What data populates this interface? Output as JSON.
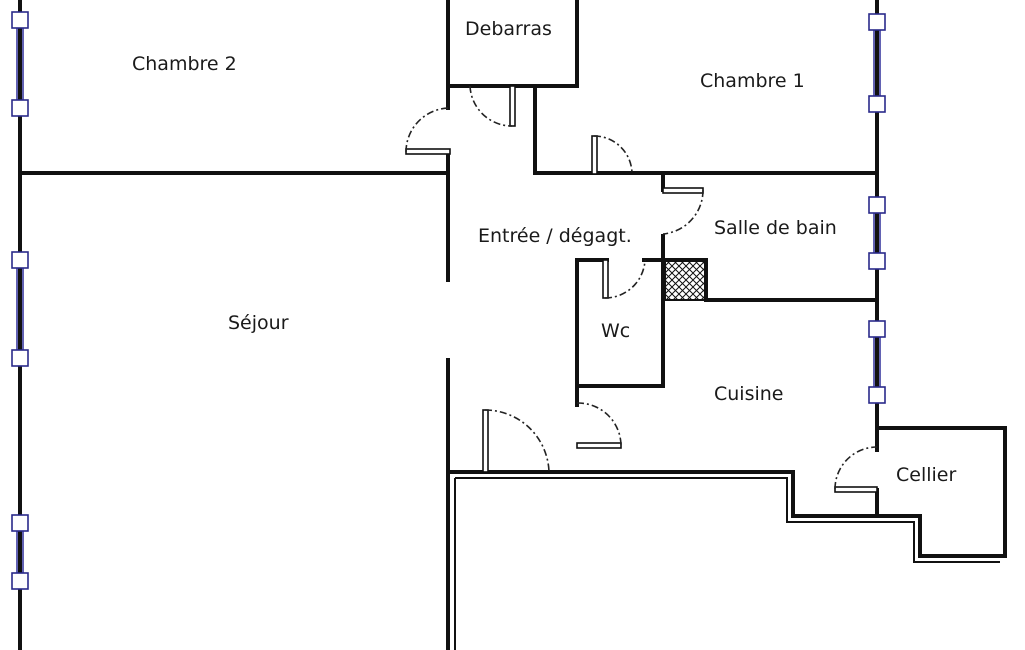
{
  "rooms": {
    "debarras": "Debarras",
    "chambre2": "Chambre 2",
    "chambre1": "Chambre 1",
    "entree": "Entrée / dégagt.",
    "salle_de_bain": "Salle de bain",
    "sejour": "Séjour",
    "wc": "Wc",
    "cuisine": "Cuisine",
    "cellier": "Cellier"
  },
  "colors": {
    "wall": "#111111",
    "window": "#2a2a8a",
    "background": "#ffffff"
  }
}
